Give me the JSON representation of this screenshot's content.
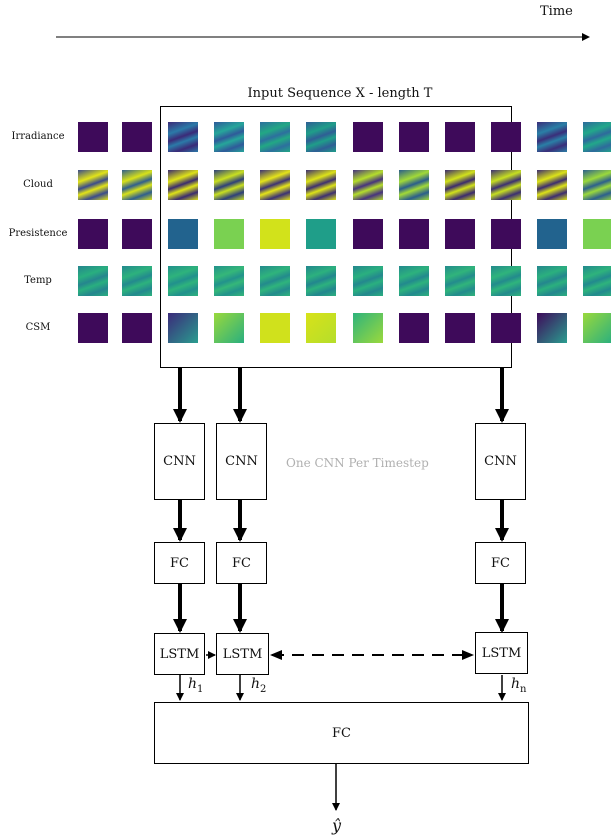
{
  "header": {
    "time_label": "Time"
  },
  "sequence": {
    "title": "Input Sequence X - length T",
    "rows": [
      {
        "label": "Irradiance",
        "cells": [
          {
            "kind": "solid",
            "c1": "#3e0a5a"
          },
          {
            "kind": "solid",
            "c1": "#3e0a5a"
          },
          {
            "kind": "texture",
            "c1": "#2b7aa8",
            "c2": "#3b2a78"
          },
          {
            "kind": "texture",
            "c1": "#26a69a",
            "c2": "#2f5a9a"
          },
          {
            "kind": "texture",
            "c1": "#22a884",
            "c2": "#2d6f9e"
          },
          {
            "kind": "texture",
            "c1": "#1f9e89",
            "c2": "#2f5e95"
          },
          {
            "kind": "solid",
            "c1": "#3e0a5a"
          },
          {
            "kind": "solid",
            "c1": "#3e0a5a"
          },
          {
            "kind": "solid",
            "c1": "#3e0a5a"
          },
          {
            "kind": "solid",
            "c1": "#3e0a5a"
          },
          {
            "kind": "texture",
            "c1": "#2a7fa6",
            "c2": "#3a2e7a"
          },
          {
            "kind": "texture",
            "c1": "#22a88a",
            "c2": "#2e6a9c"
          }
        ]
      },
      {
        "label": "Cloud",
        "cells": [
          {
            "kind": "texture",
            "c1": "#e3e418",
            "c2": "#3a4a8c"
          },
          {
            "kind": "texture",
            "c1": "#d8e219",
            "c2": "#2f5e8e"
          },
          {
            "kind": "texture",
            "c1": "#dfe318",
            "c2": "#3a2a6f"
          },
          {
            "kind": "texture",
            "c1": "#c9e020",
            "c2": "#2d3f7a"
          },
          {
            "kind": "texture",
            "c1": "#e5e419",
            "c2": "#3b3174"
          },
          {
            "kind": "texture",
            "c1": "#dde318",
            "c2": "#3d2f70"
          },
          {
            "kind": "texture",
            "c1": "#b5de2b",
            "c2": "#46327e"
          },
          {
            "kind": "texture",
            "c1": "#a2da37",
            "c2": "#2a5d8c"
          },
          {
            "kind": "texture",
            "c1": "#d2e21b",
            "c2": "#3b2a6e"
          },
          {
            "kind": "texture",
            "c1": "#c7e020",
            "c2": "#3b2e72"
          },
          {
            "kind": "texture",
            "c1": "#dde318",
            "c2": "#3c2c70"
          },
          {
            "kind": "texture",
            "c1": "#9bd93c",
            "c2": "#2c5f8d"
          }
        ]
      },
      {
        "label": "Presistence",
        "cells": [
          {
            "kind": "solid",
            "c1": "#3e0a5a"
          },
          {
            "kind": "solid",
            "c1": "#3e0a5a"
          },
          {
            "kind": "solid",
            "c1": "#22638e"
          },
          {
            "kind": "solid",
            "c1": "#7ad151"
          },
          {
            "kind": "solid",
            "c1": "#d2e21b"
          },
          {
            "kind": "solid",
            "c1": "#1f9e89"
          },
          {
            "kind": "solid",
            "c1": "#3e0a5a"
          },
          {
            "kind": "solid",
            "c1": "#3e0a5a"
          },
          {
            "kind": "solid",
            "c1": "#3e0a5a"
          },
          {
            "kind": "solid",
            "c1": "#3e0a5a"
          },
          {
            "kind": "solid",
            "c1": "#22638e"
          },
          {
            "kind": "solid",
            "c1": "#7ad151"
          }
        ]
      },
      {
        "label": "Temp",
        "cells": [
          {
            "kind": "texture",
            "c1": "#29af7f",
            "c2": "#25858e"
          },
          {
            "kind": "texture",
            "c1": "#2db27d",
            "c2": "#23898e"
          },
          {
            "kind": "texture",
            "c1": "#2eb37c",
            "c2": "#21908d"
          },
          {
            "kind": "texture",
            "c1": "#35b779",
            "c2": "#22928c"
          },
          {
            "kind": "texture",
            "c1": "#2fb47c",
            "c2": "#238a8d"
          },
          {
            "kind": "texture",
            "c1": "#2cb17e",
            "c2": "#22868e"
          },
          {
            "kind": "texture",
            "c1": "#2ab07f",
            "c2": "#24878e"
          },
          {
            "kind": "texture",
            "c1": "#2db27d",
            "c2": "#22898e"
          },
          {
            "kind": "texture",
            "c1": "#30b47b",
            "c2": "#238b8d"
          },
          {
            "kind": "texture",
            "c1": "#2fb47c",
            "c2": "#238a8d"
          },
          {
            "kind": "texture",
            "c1": "#2bb07e",
            "c2": "#24868e"
          },
          {
            "kind": "texture",
            "c1": "#2eb37c",
            "c2": "#22898e"
          }
        ]
      },
      {
        "label": "CSM",
        "cells": [
          {
            "kind": "solid",
            "c1": "#3e0a5a"
          },
          {
            "kind": "solid",
            "c1": "#3e0a5a"
          },
          {
            "kind": "gradient",
            "c1": "#3b2a7a",
            "c2": "#2a9d8f"
          },
          {
            "kind": "gradient",
            "c1": "#9ad93c",
            "c2": "#29af7f"
          },
          {
            "kind": "solid",
            "c1": "#d0e11c"
          },
          {
            "kind": "gradient",
            "c1": "#d8e219",
            "c2": "#b5de2b"
          },
          {
            "kind": "gradient",
            "c1": "#2eb37c",
            "c2": "#9bd93c"
          },
          {
            "kind": "solid",
            "c1": "#3e0a5a"
          },
          {
            "kind": "solid",
            "c1": "#3e0a5a"
          },
          {
            "kind": "solid",
            "c1": "#3e0a5a"
          },
          {
            "kind": "gradient",
            "c1": "#3e0a5a",
            "c2": "#2a9d8f"
          },
          {
            "kind": "gradient",
            "c1": "#9ad93c",
            "c2": "#29af7f"
          }
        ]
      }
    ]
  },
  "network": {
    "cnn_label": "CNN",
    "fc_label": "FC",
    "lstm_label": "LSTM",
    "note": "One CNN Per Timestep",
    "hidden": [
      "h",
      "h",
      "h"
    ],
    "hidden_subscripts": [
      "1",
      "2",
      "n"
    ],
    "final_fc_label": "FC",
    "output_label": "ŷ"
  }
}
